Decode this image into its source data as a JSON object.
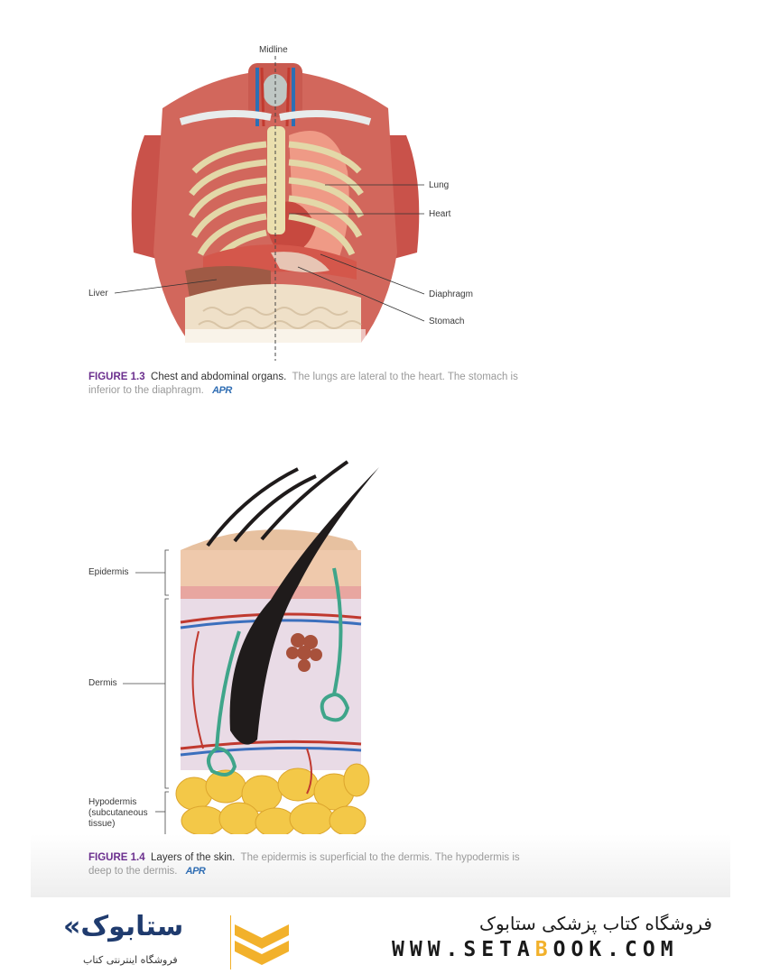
{
  "figure13": {
    "labels": {
      "midline": "Midline",
      "lung": "Lung",
      "heart": "Heart",
      "liver": "Liver",
      "diaphragm": "Diaphragm",
      "stomach": "Stomach"
    },
    "caption": {
      "number": "FIGURE 1.3",
      "title": "Chest and abdominal organs.",
      "text": "The lungs are lateral to the heart. The stomach is inferior to the diaphragm.",
      "apr": "APR"
    }
  },
  "figure14": {
    "labels": {
      "epidermis": "Epidermis",
      "dermis": "Dermis",
      "hypodermis_line1": "Hypodermis",
      "hypodermis_line2": "(subcutaneous",
      "hypodermis_line3": "tissue)"
    },
    "caption": {
      "number": "FIGURE 1.4",
      "title": "Layers of the skin.",
      "text": "The epidermis is superficial to the dermis. The hypodermis is deep to the dermis.",
      "apr": "APR"
    }
  },
  "footer": {
    "store_title": "فروشگاه کتاب پزشکی ستابوک",
    "url_pre": "WWW.SETA",
    "url_hl": "B",
    "url_post": "OOK.COM",
    "logo_name": "«ستابوک",
    "logo_tagline": "فروشگاه اینترنتی کتاب"
  }
}
